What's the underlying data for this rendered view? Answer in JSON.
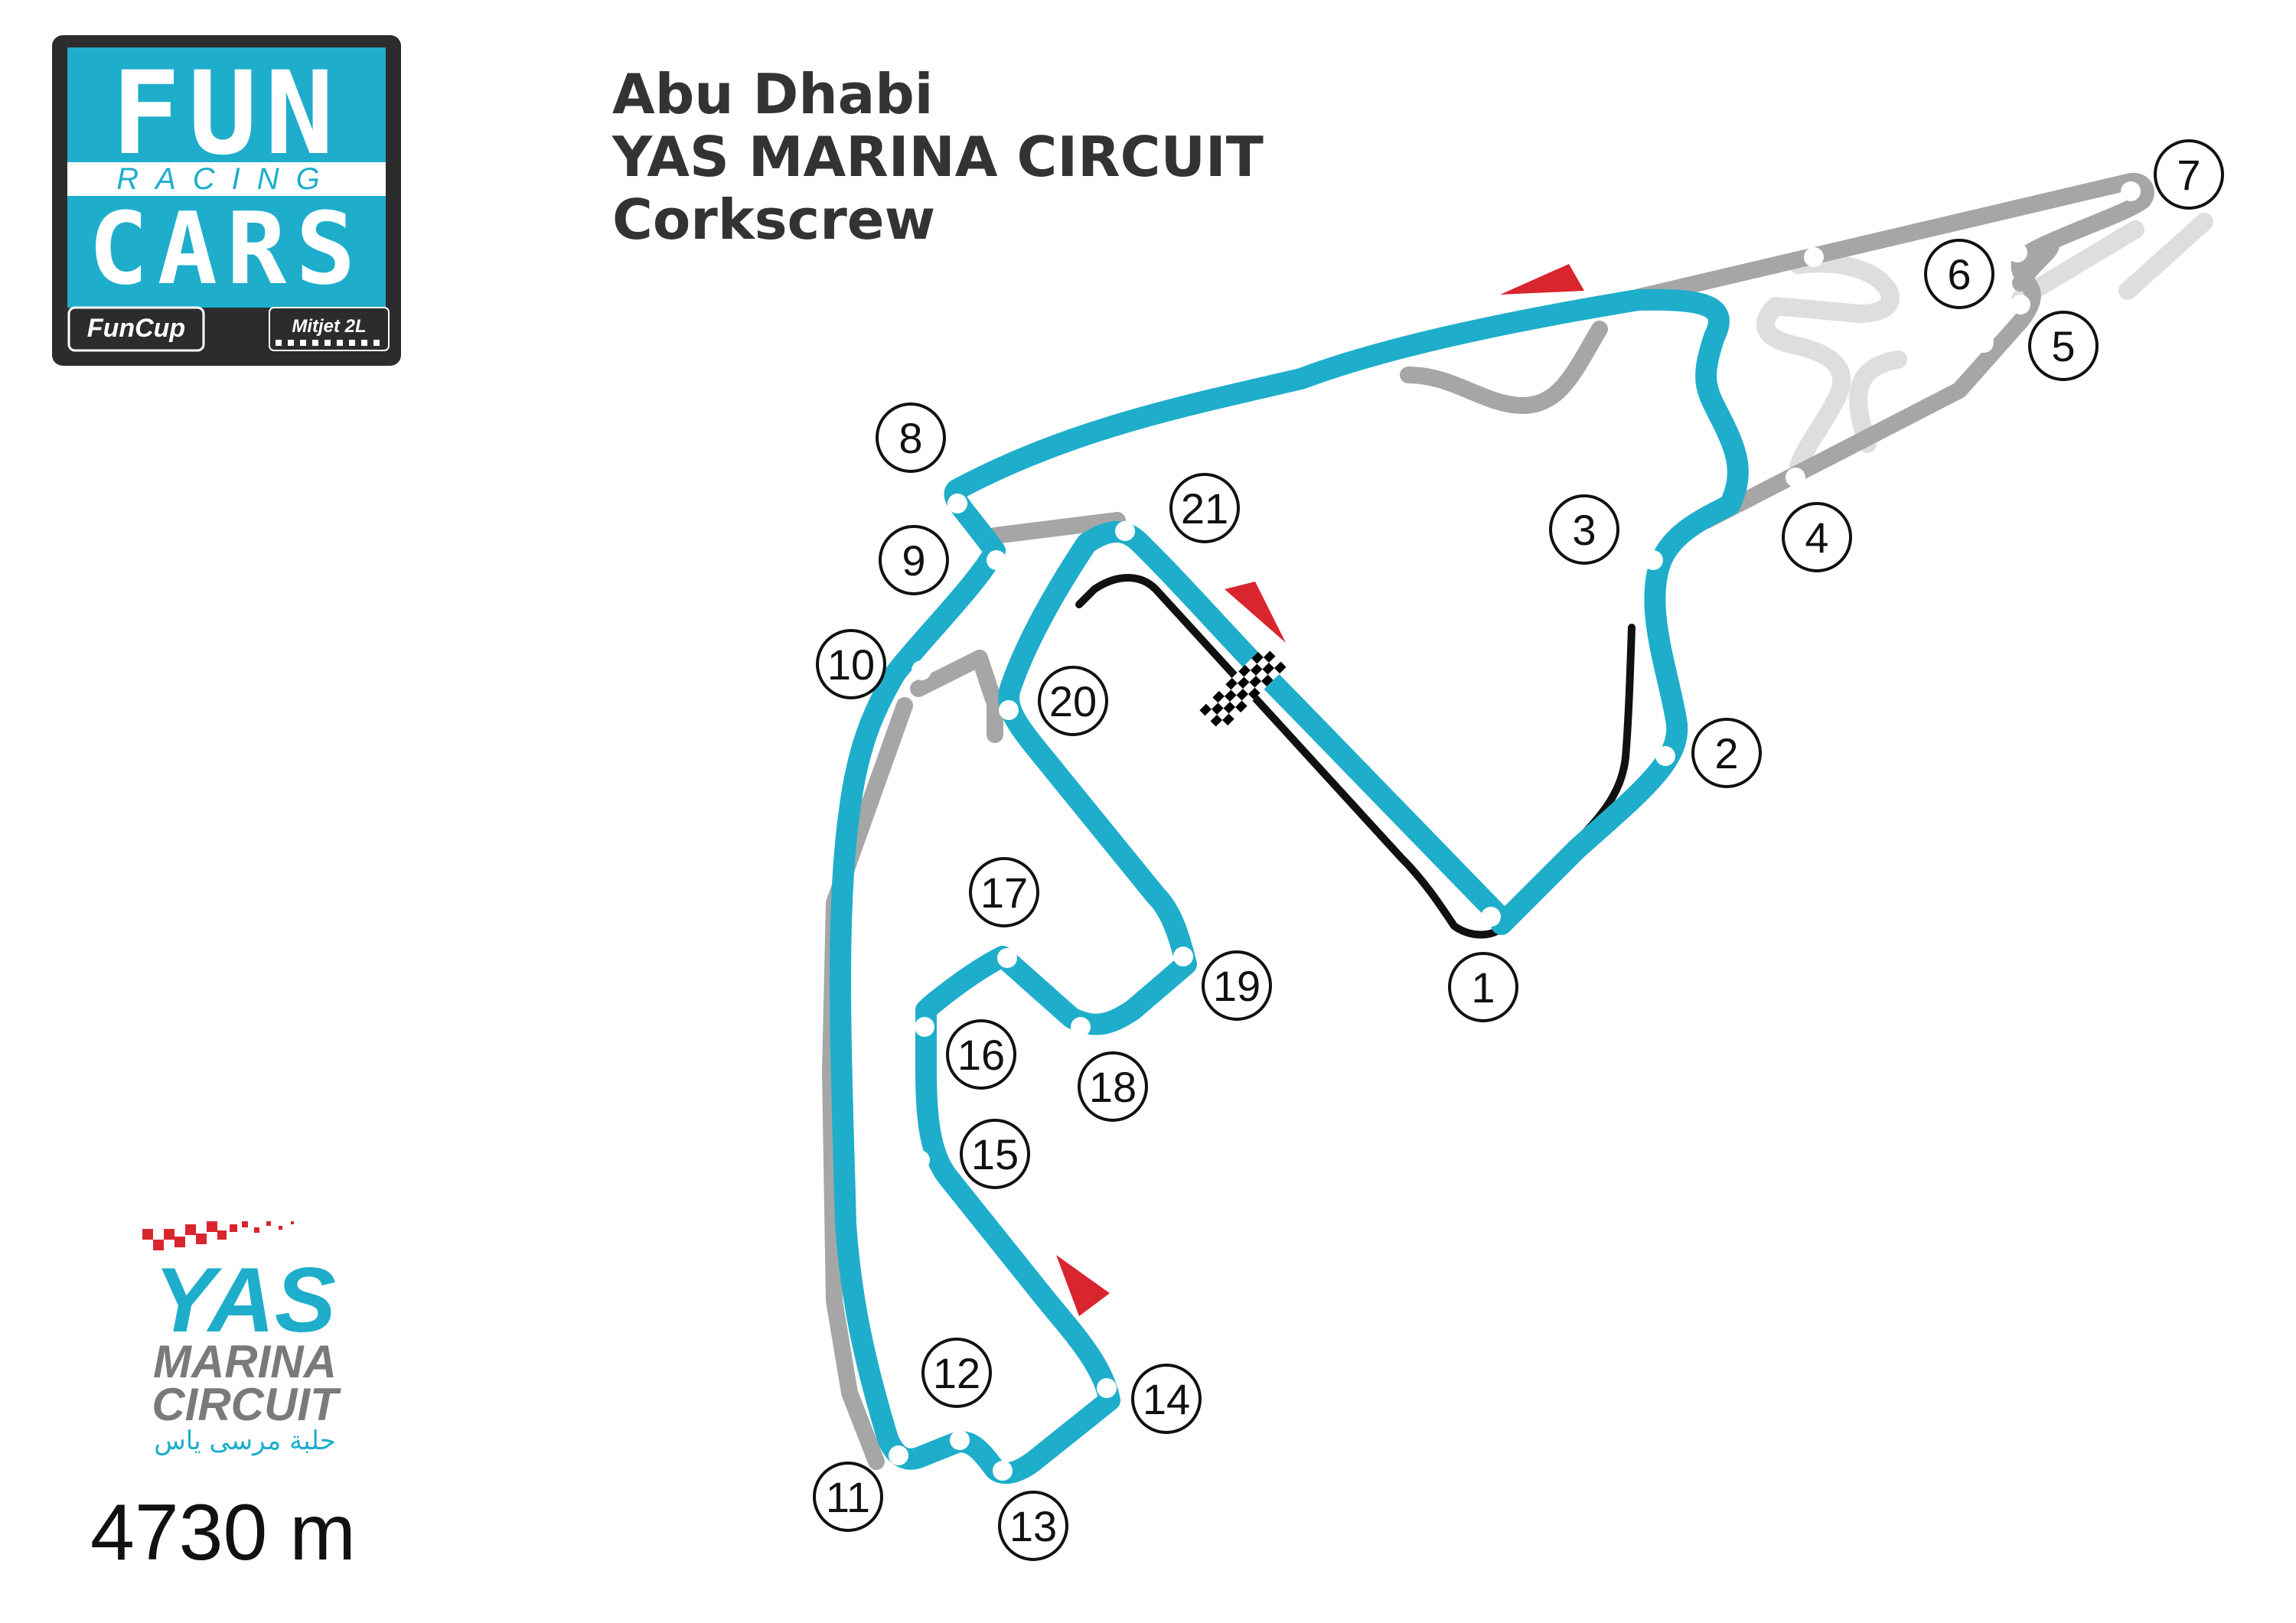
{
  "header": {
    "line1": "Abu Dhabi",
    "line2": "YAS MARINA CIRCUIT",
    "line3": "Corkscrew"
  },
  "logo": {
    "word1": "FUN",
    "word2": "RACING",
    "word3": "CARS",
    "badge_left": "FunCup",
    "badge_right": "Mitjet 2L"
  },
  "venue_logo": {
    "word1": "YAS",
    "word2": "MARINA",
    "word3": "CIRCUIT",
    "arabic": "حلبة مرسى ياس"
  },
  "track_length": "4730 m",
  "colors": {
    "active_track": "#1eaecb",
    "inactive_track": "#a6a6a6",
    "unused_track": "#dedede",
    "pit_lane": "#111111",
    "direction_arrow": "#d9252e",
    "logo_bg": "#2c2c2c"
  },
  "turns": [
    {
      "label": "1"
    },
    {
      "label": "2"
    },
    {
      "label": "3"
    },
    {
      "label": "4"
    },
    {
      "label": "5"
    },
    {
      "label": "6"
    },
    {
      "label": "7"
    },
    {
      "label": "8"
    },
    {
      "label": "9"
    },
    {
      "label": "10"
    },
    {
      "label": "11"
    },
    {
      "label": "12"
    },
    {
      "label": "13"
    },
    {
      "label": "14"
    },
    {
      "label": "15"
    },
    {
      "label": "16"
    },
    {
      "label": "17"
    },
    {
      "label": "18"
    },
    {
      "label": "19"
    },
    {
      "label": "20"
    },
    {
      "label": "21"
    }
  ]
}
